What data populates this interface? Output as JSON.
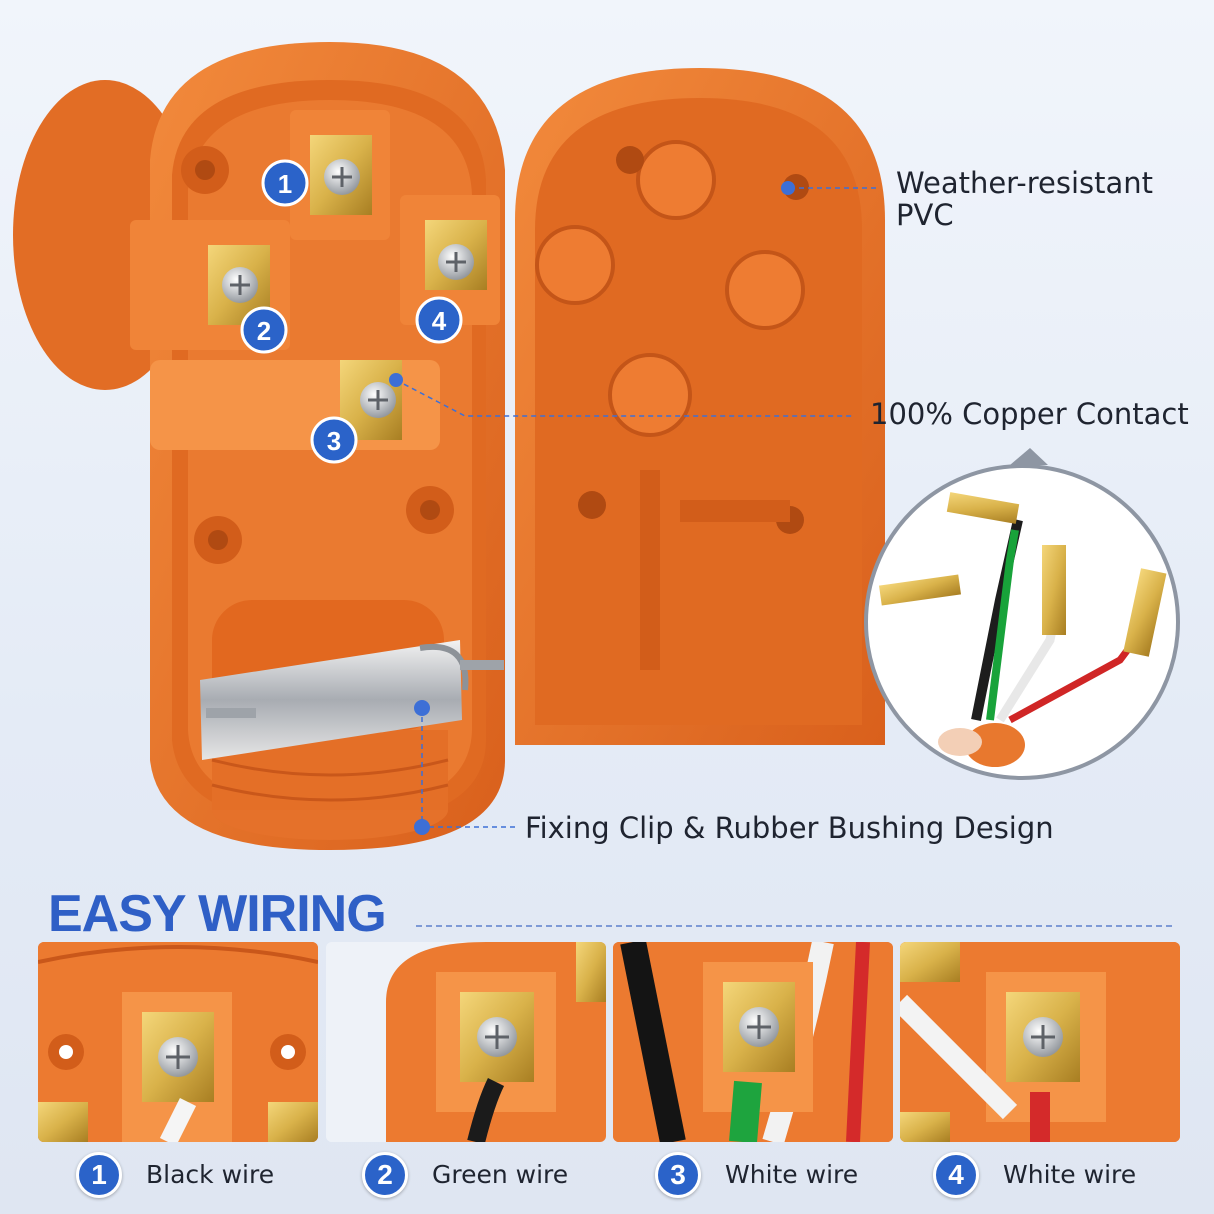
{
  "callouts": {
    "weather_line1": "Weather-resistant",
    "weather_line2": "PVC",
    "copper": "100% Copper Contact",
    "clip": "Fixing Clip & Rubber Bushing Design"
  },
  "terminal_numbers": [
    "1",
    "2",
    "3",
    "4"
  ],
  "section_title": "EASY WIRING",
  "wiring_steps": [
    {
      "number": "1",
      "label": "Black wire"
    },
    {
      "number": "2",
      "label": "Green wire"
    },
    {
      "number": "3",
      "label": "White wire"
    },
    {
      "number": "4",
      "label": "White wire"
    }
  ],
  "colors": {
    "accent_blue": "#2b63c9",
    "title_blue": "#2f5fc6",
    "plug_orange": "#e8782e",
    "brass": "#d9b24a"
  }
}
